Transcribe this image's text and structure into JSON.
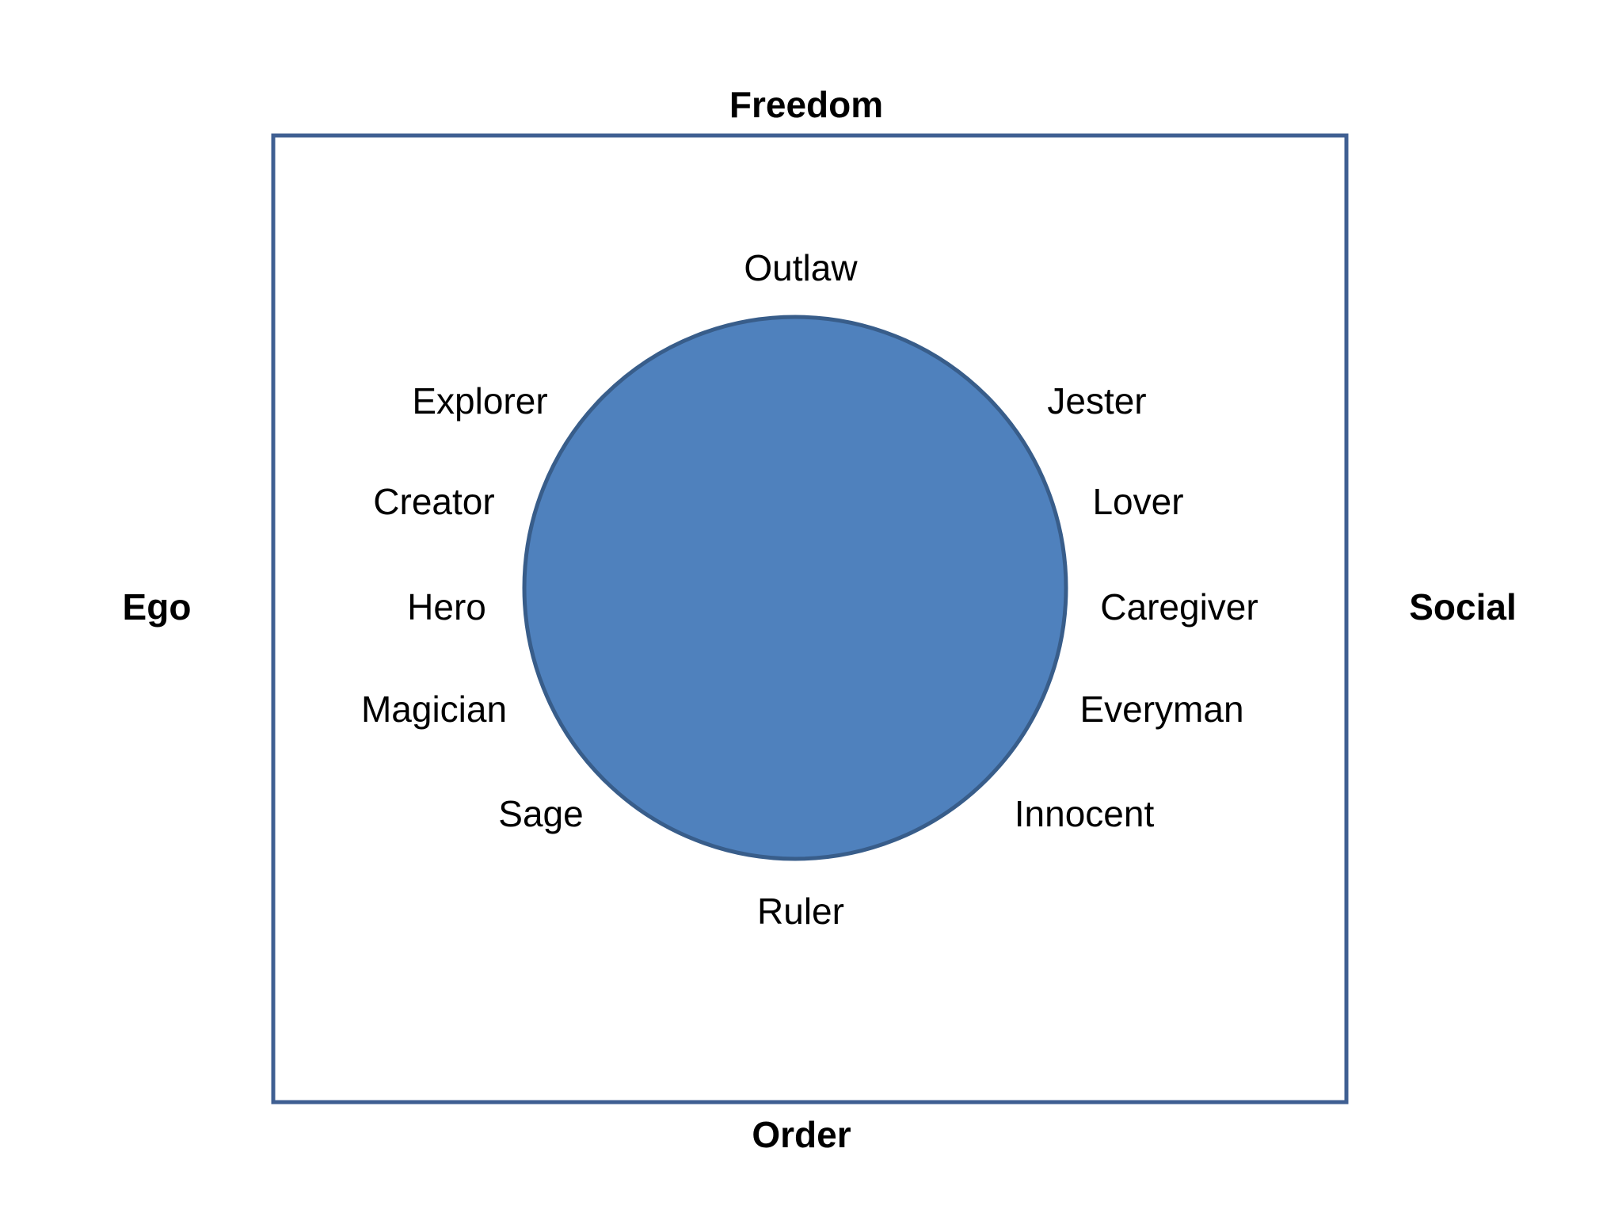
{
  "axes": {
    "top": "Freedom",
    "bottom": "Order",
    "left": "Ego",
    "right": "Social"
  },
  "archetypes": {
    "outlaw": "Outlaw",
    "explorer": "Explorer",
    "jester": "Jester",
    "creator": "Creator",
    "lover": "Lover",
    "hero": "Hero",
    "caregiver": "Caregiver",
    "magician": "Magician",
    "everyman": "Everyman",
    "sage": "Sage",
    "innocent": "Innocent",
    "ruler": "Ruler"
  },
  "colors": {
    "frame": "#3f5f92",
    "circle_fill": "#4f81bd",
    "circle_stroke": "#385d8a",
    "text": "#000000"
  }
}
